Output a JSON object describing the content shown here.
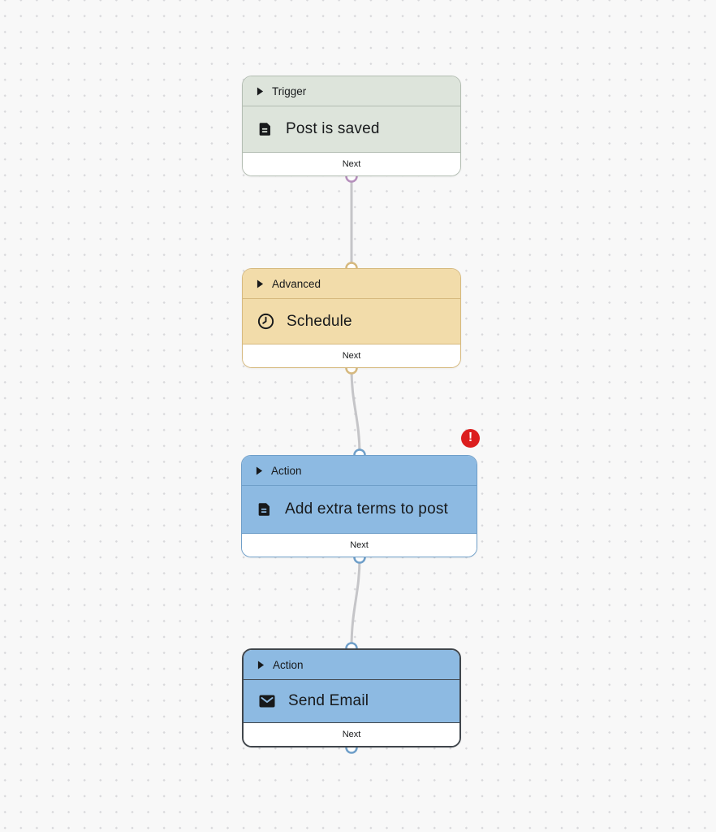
{
  "canvas": {
    "background": "#f8f8f8",
    "dot_color": "#d8d8db",
    "edge_color": "#c5c5c8"
  },
  "nodes": [
    {
      "type": "trigger",
      "header_label": "Trigger",
      "title": "Post is saved",
      "icon": "document-icon",
      "footer_label": "Next",
      "colors": {
        "bg": "#dde4db",
        "border": "#b3bdb2",
        "port": "#b58fbc"
      }
    },
    {
      "type": "advanced",
      "header_label": "Advanced",
      "title": "Schedule",
      "icon": "clock-icon",
      "footer_label": "Next",
      "colors": {
        "bg": "#f2dcaa",
        "border": "#d6b97e",
        "port": "#d6b97e"
      }
    },
    {
      "type": "action",
      "header_label": "Action",
      "title": "Add extra terms to post",
      "icon": "document-icon",
      "footer_label": "Next",
      "has_error": true,
      "colors": {
        "bg": "#8dbae2",
        "border": "#6f9fc9",
        "port": "#6f9fc9"
      }
    },
    {
      "type": "action",
      "header_label": "Action",
      "title": "Send Email",
      "icon": "mail-icon",
      "footer_label": "Next",
      "selected": true,
      "colors": {
        "bg": "#8dbae2",
        "border": "#40464c",
        "port": "#6f9fc9"
      }
    }
  ],
  "edges": [
    {
      "from": "Post is saved",
      "to": "Schedule"
    },
    {
      "from": "Schedule",
      "to": "Add extra terms to post"
    },
    {
      "from": "Add extra terms to post",
      "to": "Send Email"
    }
  ],
  "error_badge": {
    "symbol": "!",
    "color": "#dc1e1e",
    "attached_to": "Add extra terms to post"
  }
}
